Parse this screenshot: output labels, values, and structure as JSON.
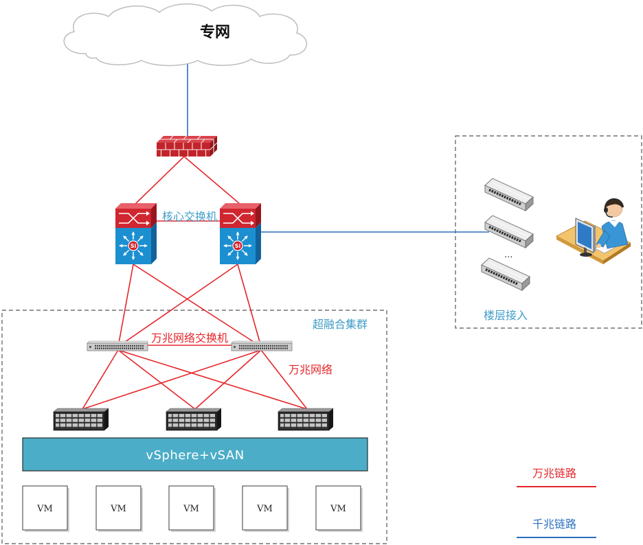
{
  "diagram": {
    "private_network": {
      "label": "专网",
      "icon": "cloud-icon"
    },
    "firewall": {
      "icon": "firewall-icon"
    },
    "core": {
      "label": "核心交换机",
      "badge": "Si",
      "icon": "layer3-switch-icon"
    },
    "floor_access": {
      "label": "楼层接入",
      "ellipsis": "...",
      "switch_icon": "access-switch-icon",
      "terminal_icon": "operator-workstation-icon"
    },
    "cluster": {
      "label": "超融合集群",
      "switch_label": "万兆网络交换机",
      "network_label": "万兆网络",
      "switch_icon": "rack-switch-icon",
      "server_icon": "server-icon",
      "platform": "vSphere+vSAN",
      "vms": [
        "VM",
        "VM",
        "VM",
        "VM",
        "VM"
      ]
    }
  },
  "legend": [
    {
      "label": "万兆链路",
      "color": "#e5252a"
    },
    {
      "label": "千兆链路",
      "color": "#2a6fc0"
    }
  ],
  "colors": {
    "label_blue": "#3f9cc6",
    "label_red": "#e5252a",
    "platform_fill": "#4badc7"
  }
}
